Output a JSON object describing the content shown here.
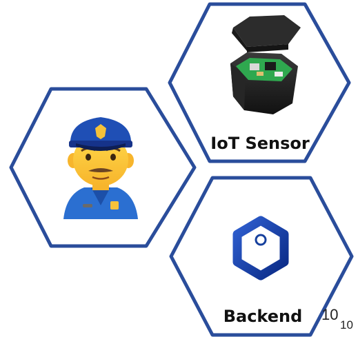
{
  "diagram": {
    "outline_color": "#2a4d9b",
    "nodes": [
      {
        "id": "police",
        "label": "",
        "icon": "police-officer-icon"
      },
      {
        "id": "iot-sensor",
        "label": "IoT Sensor",
        "icon": "iot-sensor-device-icon"
      },
      {
        "id": "backend",
        "label": "Backend",
        "icon": "backend-hexagon-logo-icon"
      }
    ]
  },
  "footer": {
    "page_number_large": "10",
    "page_number_small": "10"
  }
}
